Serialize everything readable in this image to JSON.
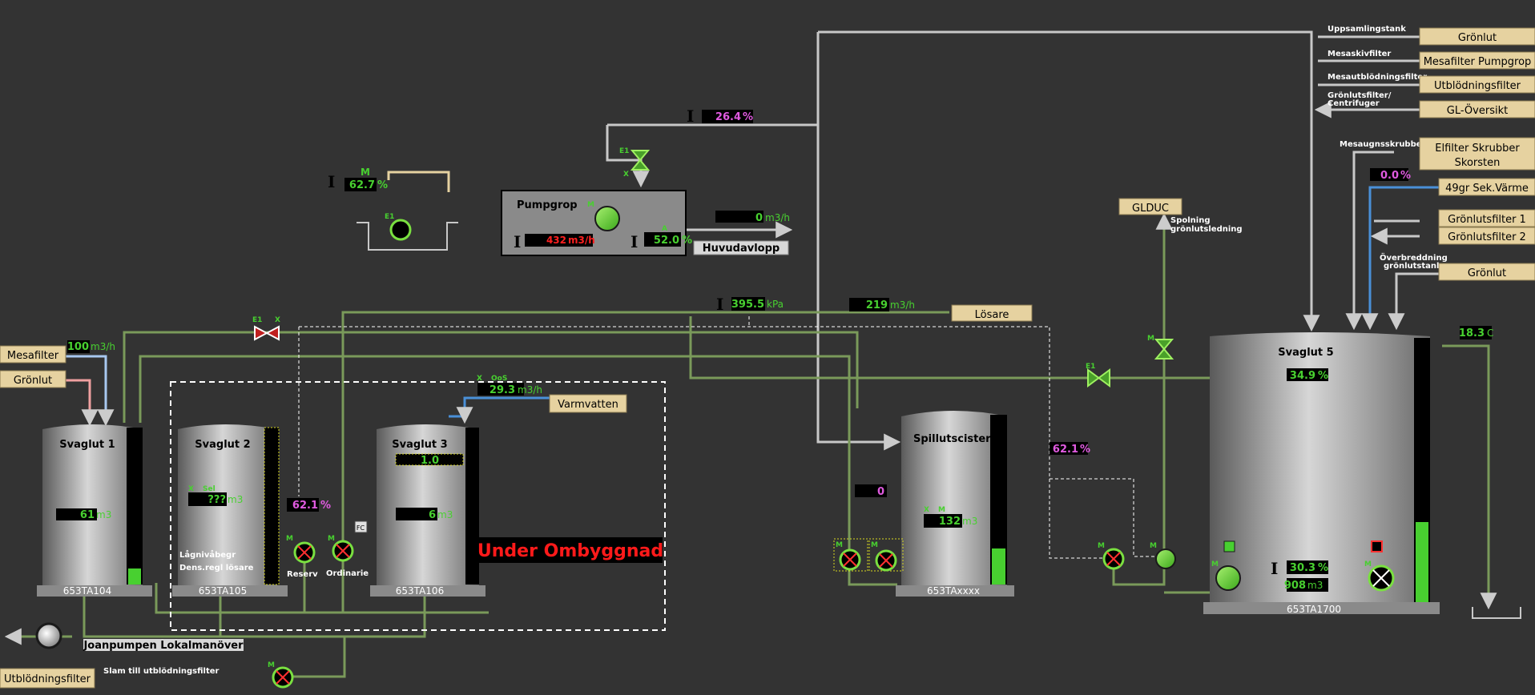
{
  "colors": {
    "background": "#333333",
    "pipe_green": "#7a9a5a",
    "pipe_grey": "#c8c8c8",
    "value_green": "#48d030",
    "value_pink": "#e05ae0",
    "alarm_red": "#ff2020",
    "label_tan": "#e6d2a0"
  },
  "right_links": [
    {
      "caption": "Uppsamlingstank",
      "label": "Grönlut"
    },
    {
      "caption": "Mesaskivfilter",
      "label": "Mesafilter Pumpgrop"
    },
    {
      "caption": "Mesautblödningsfilter",
      "label": "Utblödningsfilter"
    },
    {
      "caption_line1": "Grönlutsfilter/",
      "caption_line2": "Centrifuger",
      "label": "GL-Översikt"
    },
    {
      "caption": "Mesaugnsskrubber",
      "label_line1": "Elfilter Skrubber",
      "label_line2": "Skorsten"
    },
    {
      "label": "49gr Sek.Värme",
      "value": "0.0",
      "unit": "%"
    },
    {
      "label": "Grönlutsfilter 1"
    },
    {
      "label": "Grönlutsfilter 2"
    },
    {
      "caption_line1": "Överbreddning",
      "caption_line2": "grönlutstank",
      "label": "Grönlut"
    }
  ],
  "left_links": {
    "mesafilter": "Mesafilter",
    "gronlut": "Grönlut",
    "utblodningsfilter": "Utblödningsfilter"
  },
  "pumpgrop": {
    "title": "Pumpgrop",
    "mode": "M",
    "level_value": "62.7",
    "level_unit": "%",
    "level_mode": "M",
    "level_valve": "E1",
    "flow_value": "432",
    "flow_unit": "m3/h",
    "speed_value": "52.0",
    "speed_unit": "%",
    "speed_mode": "A",
    "outlet_value": "0",
    "outlet_unit": "m3/h",
    "outlet_label": "Huvudavlopp",
    "valve_label": "E1",
    "valve_sub": "X",
    "top_value": "26.4",
    "top_unit": "%"
  },
  "pressure": {
    "value": "395.5",
    "unit": "kPa"
  },
  "losare": {
    "flow": "219",
    "unit": "m3/h",
    "label": "Lösare"
  },
  "valve_e1x": {
    "e1": "E1",
    "x": "X"
  },
  "mesafilter_flow": {
    "value": "100",
    "unit": "m3/h"
  },
  "tank1": {
    "name": "Svaglut 1",
    "value": "61",
    "unit": "m3",
    "tag": "653TA104"
  },
  "tank2": {
    "name": "Svaglut 2",
    "x": "X",
    "mode": "Sel",
    "value": "???",
    "unit": "m3",
    "tag": "653TA105",
    "note_line1": "Lågnivåbegr",
    "note_line2": "Dens.regl lösare",
    "percent": "62.1",
    "percent_unit": "%"
  },
  "pumps_mid": {
    "reserv": "Reserv",
    "ordinarie": "Ordinarie",
    "m": "M",
    "fc": "FC"
  },
  "tank3": {
    "name": "Svaglut 3",
    "level": "1.0",
    "value": "6",
    "unit": "m3",
    "tag": "653TA106",
    "overlay": "Under Ombyggnad"
  },
  "varmvatten": {
    "x": "X",
    "mode": "OoS",
    "flow": "29.3",
    "unit": "m3/h",
    "label": "Varmvatten"
  },
  "joanpumpen": {
    "label": "Joanpumpen Lokalmanöver"
  },
  "slam": {
    "label": "Slam till utblödningsfilter",
    "m": "M"
  },
  "spill": {
    "name": "Spillutscistern",
    "x": "X",
    "m": "M",
    "value": "132",
    "unit": "m3",
    "tag": "653TAxxxx",
    "side_value": "0",
    "m1": "M",
    "m2": "M"
  },
  "gl_duc": {
    "label": "GLDUC",
    "caption_line1": "Spolning",
    "caption_line2": "grönlutsledning",
    "m": "M",
    "pct": "62.1",
    "pct_unit": "%",
    "pump_m1": "M",
    "pump_m2": "M",
    "e1": "E1"
  },
  "tank5": {
    "name": "Svaglut 5",
    "level": "34.9",
    "level_unit": "%",
    "mode1": "M",
    "mode2": "M",
    "percent": "30.3",
    "percent_unit": "%",
    "volume": "908",
    "volume_unit": "m3",
    "tag": "653TA1700",
    "temp": "18.3",
    "temp_unit": "C"
  }
}
